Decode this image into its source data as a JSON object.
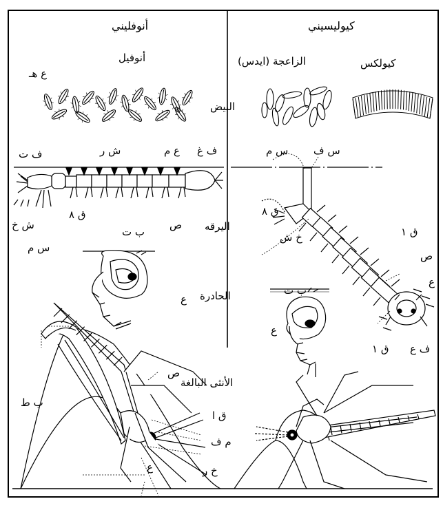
{
  "headers": {
    "culicini": "كيوليسيني",
    "anophelini": "أنوفليني"
  },
  "genera": {
    "culex": "كيولكس",
    "aedes": "الزاعجة (ايدس)",
    "anopheles": "أنوفيل"
  },
  "stages": {
    "eggs": "البيض",
    "larva": "اليرقه",
    "pupa": "الحادرة",
    "adult": "الأنثى البالغة"
  },
  "labels": {
    "egg_float": "ع هـ",
    "anoph_ft": "ف ت",
    "anoph_shr": "ش ر",
    "anoph_aam": "ع م",
    "anoph_fgh": "ف غ",
    "anoph_q8": "ق ٨",
    "anoph_shkh": "ش خ",
    "anoph_sad": "ص",
    "anoph_bt": "ب ت",
    "anoph_sm_pupa": "س م",
    "anoph_ain_pupa": "ع",
    "cul_sf": "س ف",
    "cul_sm": "س م",
    "cul_q8": "ق ٨",
    "cul_q1": "ق ١",
    "cul_khsh": "خ ش",
    "cul_sad": "ص",
    "cul_ain": "ع",
    "cul_bt": "ب ت",
    "cul_ain_pupa": "ع",
    "cul_fa": "ف ع",
    "cul_q1b": "ق ١",
    "adult_sad": "ص",
    "adult_bt": "ب ط",
    "adult_q1": "ق ا",
    "adult_mf": "م ف",
    "adult_ain": "ع",
    "adult_khr": "خ ر"
  }
}
